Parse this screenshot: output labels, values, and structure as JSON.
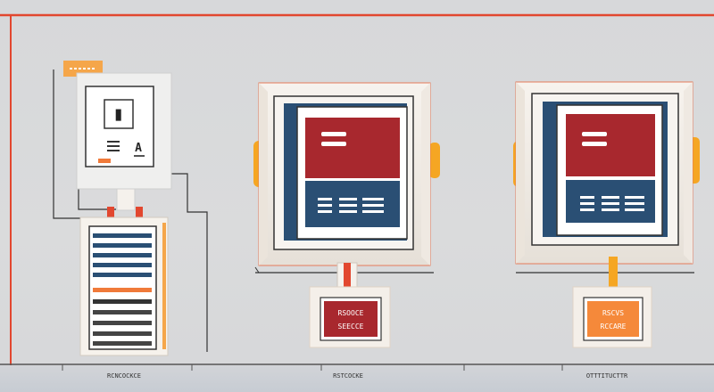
{
  "scene": {
    "background": "#d8d9db",
    "accent_red": "#e2472f",
    "accent_orange": "#f5a623",
    "panel_red": "#a8282e",
    "panel_blue": "#2a4f74"
  },
  "left_unit": {
    "tag_text": "",
    "meter_glyph": "▉",
    "meter_letter": "A"
  },
  "center_unit": {
    "panel_text": "",
    "box_text_top": "RSOOCE",
    "box_text_bottom": "SEECCE"
  },
  "right_unit": {
    "box_text_top": "RSCVS",
    "box_text_bottom": "RCCARE"
  },
  "labels": {
    "left": "RCNCOCKCE",
    "center": "RSTCOCKE",
    "right": "OTTTITUCTTR"
  }
}
